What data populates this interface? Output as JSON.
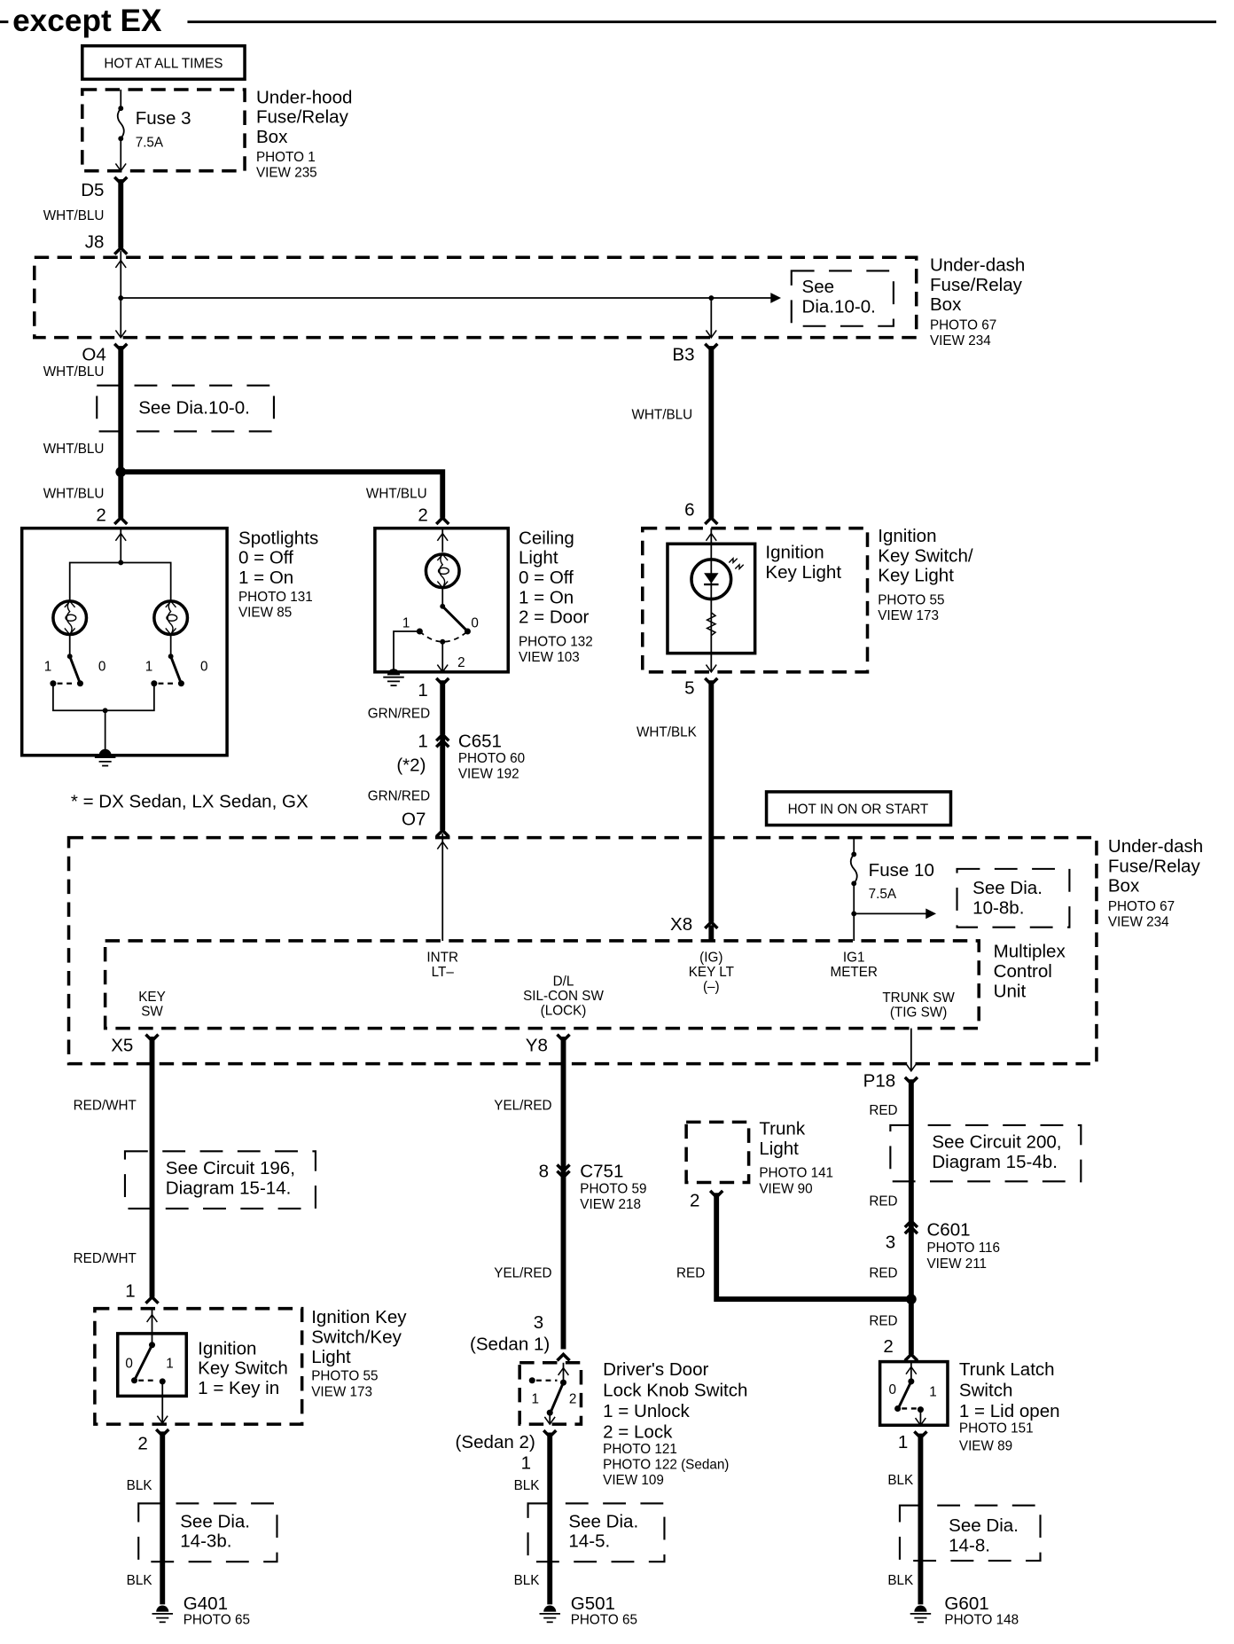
{
  "title": "except EX",
  "hot_at_all_times": "HOT AT ALL TIMES",
  "hot_in_on_or_start": "HOT IN ON OR START",
  "footnote": "* = DX Sedan, LX Sedan, GX",
  "components": {
    "underhood_box": {
      "lines": [
        "Under-hood",
        "Fuse/Relay",
        "Box"
      ],
      "photo": "PHOTO 1",
      "view": "VIEW 235"
    },
    "fuse3": {
      "name": "Fuse 3",
      "rating": "7.5A"
    },
    "underdash_box_top": {
      "lines": [
        "Under-dash",
        "Fuse/Relay",
        "Box"
      ],
      "photo": "PHOTO 67",
      "view": "VIEW 234"
    },
    "underdash_box_mid": {
      "lines": [
        "Under-dash",
        "Fuse/Relay",
        "Box"
      ],
      "photo": "PHOTO 67",
      "view": "VIEW 234"
    },
    "fuse10": {
      "name": "Fuse 10",
      "rating": "7.5A"
    },
    "spotlights": {
      "lines": [
        "Spotlights",
        "0 = Off",
        "1 = On"
      ],
      "photo": "PHOTO 131",
      "view": "VIEW 85",
      "sw_labels": [
        "1",
        "0",
        "1",
        "0"
      ]
    },
    "ceiling_light": {
      "lines": [
        "Ceiling",
        "Light",
        "0 = Off",
        "1 = On",
        "2 = Door"
      ],
      "photo": "PHOTO 132",
      "view": "VIEW 103",
      "sw_labels": [
        "1",
        "0",
        "2"
      ]
    },
    "ignition_key_light_inner": {
      "lines": [
        "Ignition",
        "Key Light"
      ]
    },
    "ignition_key_switch_top": {
      "lines": [
        "Ignition",
        "Key Switch/",
        "Key Light"
      ],
      "photo": "PHOTO 55",
      "view": "VIEW 173"
    },
    "mcu": {
      "lines": [
        "Multiplex",
        "Control",
        "Unit"
      ],
      "pins": {
        "intr": [
          "INTR",
          "LT–"
        ],
        "key_sw": [
          "KEY",
          "SW"
        ],
        "dl": [
          "D/L",
          "SIL-CON SW",
          "(LOCK)"
        ],
        "ig_key": [
          "(IG)",
          "KEY LT",
          "(–)"
        ],
        "ig1": [
          "IG1",
          "METER"
        ],
        "trunk": [
          "TRUNK SW",
          "(TIG SW)"
        ]
      }
    },
    "c651": {
      "name": "C651",
      "photo": "PHOTO 60",
      "view": "VIEW 192",
      "pin": "1",
      "note": "(*2)"
    },
    "c751": {
      "name": "C751",
      "photo": "PHOTO 59",
      "view": "VIEW 218",
      "pin": "8"
    },
    "c601": {
      "name": "C601",
      "photo": "PHOTO 116",
      "view": "VIEW 211",
      "pin": "3"
    },
    "trunk_light": {
      "lines": [
        "Trunk",
        "Light"
      ],
      "photo": "PHOTO 141",
      "view": "VIEW 90",
      "pin": "2"
    },
    "ignition_key_switch_bottom": {
      "inner": [
        "Ignition",
        "Key Switch",
        "1 = Key in"
      ],
      "lines": [
        "Ignition Key",
        "Switch/Key",
        "Light"
      ],
      "photo": "PHOTO 55",
      "view": "VIEW 173",
      "sw_labels": [
        "0",
        "1"
      ]
    },
    "door_lock_switch": {
      "lines": [
        "Driver's Door",
        "Lock Knob Switch",
        "1 =  Unlock",
        "2 =  Lock"
      ],
      "photos": [
        "PHOTO 121",
        "PHOTO 122 (Sedan)"
      ],
      "view": "VIEW 109",
      "sw_labels": [
        "1",
        "2"
      ],
      "pin_top": "3",
      "pin_top_note": "(Sedan 1)",
      "pin_bottom_note": "(Sedan 2)",
      "pin_bottom": "1"
    },
    "trunk_latch_switch": {
      "lines": [
        "Trunk Latch",
        "Switch",
        "1 = Lid open"
      ],
      "photo": "PHOTO 151",
      "view": "VIEW 89",
      "sw_labels": [
        "0",
        "1"
      ]
    },
    "g401": {
      "name": "G401",
      "photo": "PHOTO 65"
    },
    "g501": {
      "name": "G501",
      "photo": "PHOTO 65"
    },
    "g601": {
      "name": "G601",
      "photo": "PHOTO 148"
    }
  },
  "refs": {
    "see_dia_10_0_top": [
      "See",
      "Dia.10-0."
    ],
    "see_dia_10_0_left": [
      "See Dia.10-0."
    ],
    "see_dia_10_8b": [
      "See Dia.",
      "10-8b."
    ],
    "see_circuit_196": [
      "See Circuit 196,",
      "Diagram 15-14."
    ],
    "see_circuit_200": [
      "See Circuit 200,",
      "Diagram 15-4b."
    ],
    "see_dia_14_3b": [
      "See Dia.",
      "14-3b."
    ],
    "see_dia_14_5": [
      "See Dia.",
      "14-5."
    ],
    "see_dia_14_8": [
      "See Dia.",
      "14-8."
    ]
  },
  "terminals": {
    "d5": "D5",
    "j8": "J8",
    "o4": "O4",
    "b3": "B3",
    "o7": "O7",
    "x8": "X8",
    "x5": "X5",
    "y8": "Y8",
    "p18": "P18",
    "spot_2": "2",
    "ceil_2": "2",
    "ceil_1": "1",
    "ign_6": "6",
    "ign_5": "5",
    "iks_1": "1",
    "iks_2": "2",
    "tl_2": "2",
    "tls_1": "1"
  },
  "wires": {
    "wht_blu": "WHT/BLU",
    "wht_blk": "WHT/BLK",
    "grn_red": "GRN/RED",
    "red_wht": "RED/WHT",
    "yel_red": "YEL/RED",
    "red": "RED",
    "blk": "BLK"
  }
}
